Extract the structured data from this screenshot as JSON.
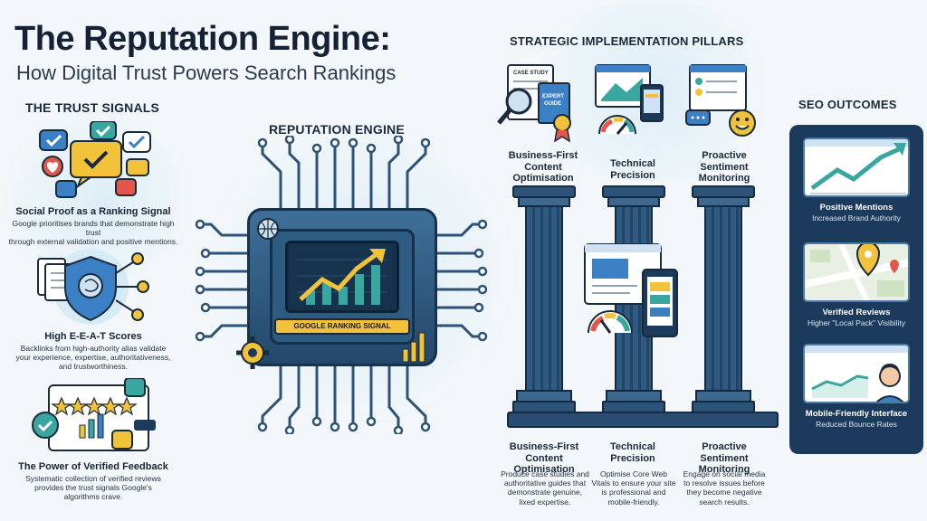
{
  "title": "The Reputation Engine:",
  "subtitle": "How Digital Trust Powers Search Rankings",
  "trust_signals": {
    "heading": "THE TRUST SIGNALS",
    "items": [
      {
        "title": "Social Proof as a Ranking Signal",
        "desc": "Google prioritises brands that demonstrate high trust\nthrough external validation and positive mentions."
      },
      {
        "title": "High E-E-A-T Scores",
        "desc": "Backlinks from high-authority alias validate\nyour experience, expertise, authoritativeness,\nand trustworthiness."
      },
      {
        "title": "The Power of Verified Feedback",
        "desc": "Systematic collection of verified reviews\nprovides the trust signals Google's\nalgorithms crave."
      }
    ]
  },
  "engine": {
    "heading": "REPUTATION ENGINE",
    "label": "GOOGLE RANKING SIGNAL"
  },
  "pillars": {
    "heading": "STRATEGIC IMPLEMENTATION PILLARS",
    "items": [
      {
        "top_title": "Business-First\nContent\nOptimisation",
        "bottom_title": "Business-First\nContent Optimisation",
        "desc": "Produce case studies and\nauthoritative guides that\ndemonstrate genuine,\nlixed expertise.",
        "card_text": "CASE STUDY",
        "guide_text": "EXPERT\nGUIDE"
      },
      {
        "top_title": "Technical\nPrecision",
        "bottom_title": "Technical\nPrecision",
        "desc": "Optimise Core Web\nVitals to ensure your site\nis professional and\nmobile-friendly."
      },
      {
        "top_title": "Proactive\nSentiment\nMonitoring",
        "bottom_title": "Proactive\nSentiment Monitoring",
        "desc": "Engage on social media\nto resolve issues before\nthey become negative\nsearch results."
      }
    ]
  },
  "outcomes": {
    "heading": "SEO OUTCOMES",
    "items": [
      {
        "title": "Positive Mentions",
        "sub": "Increased Brand Authority"
      },
      {
        "title": "Verified Reviews",
        "sub": "Higher \"Local Pack\" Visibility"
      },
      {
        "title": "Mobile-Friendly Interface",
        "sub": "Reduced Bounce Rates"
      }
    ]
  },
  "colors": {
    "navy": "#1c3a5c",
    "accent_yellow": "#f2c33a",
    "accent_teal": "#3aa6a0",
    "accent_red": "#e2574c",
    "accent_blue": "#3b7fc4"
  },
  "icons": [
    "check-bubble-icon",
    "heart-icon",
    "thumbs-up-icon",
    "shield-brain-icon",
    "star-rating-icon",
    "magnifier-icon",
    "award-ribbon-icon",
    "gauge-icon",
    "smiley-icon",
    "map-pin-icon",
    "gear-icon",
    "person-avatar-icon"
  ]
}
